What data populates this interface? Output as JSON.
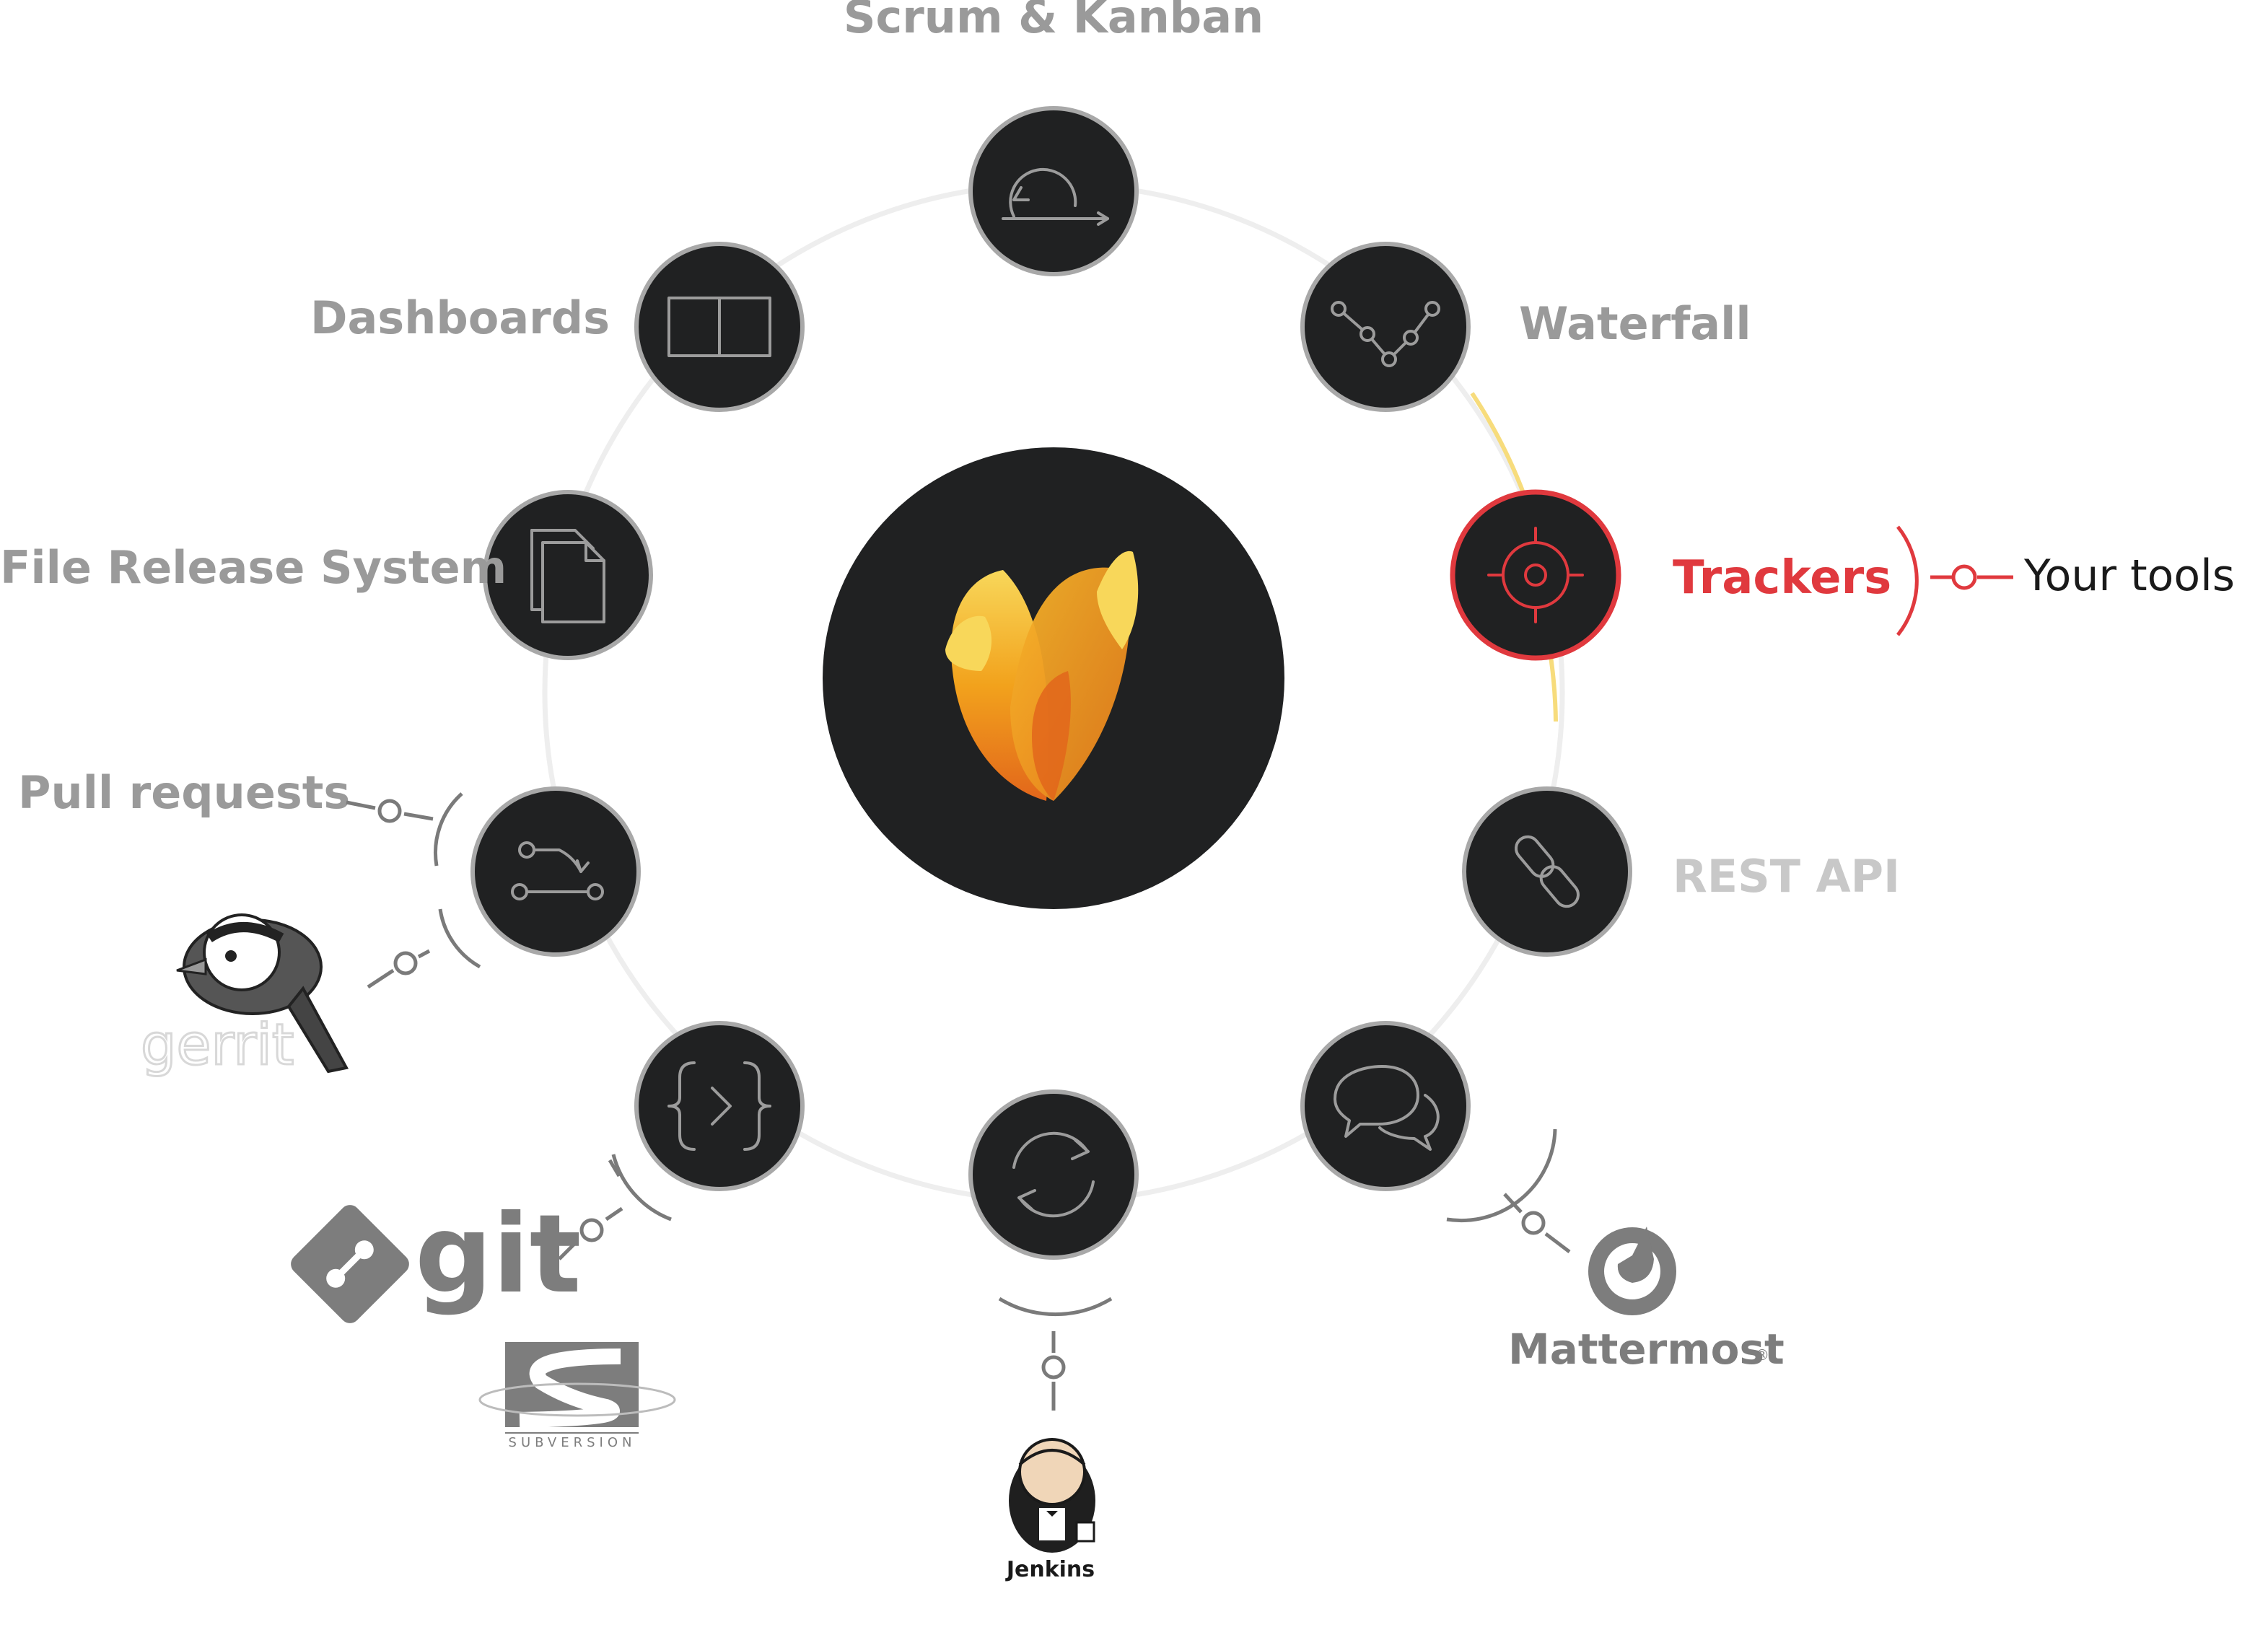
{
  "hub": {
    "logo_name": "flame-logo-icon",
    "ring_color": "#eeeeee",
    "node_fill": "#202122",
    "node_border": "#a8a8a8",
    "hub_fill": "#202122"
  },
  "features": [
    {
      "id": "scrum-kanban",
      "label": "Scrum & Kanban",
      "icon": "sprint-loop-icon"
    },
    {
      "id": "waterfall",
      "label": "Waterfall",
      "icon": "graph-line-icon"
    },
    {
      "id": "trackers",
      "label": "Trackers",
      "icon": "target-icon",
      "highlight": true
    },
    {
      "id": "rest-api",
      "label": "REST API",
      "icon": "link-icon"
    },
    {
      "id": "chat",
      "label": "",
      "icon": "chat-bubbles-icon"
    },
    {
      "id": "ci",
      "label": "",
      "icon": "refresh-cycle-icon"
    },
    {
      "id": "code",
      "label": "",
      "icon": "code-braces-icon"
    },
    {
      "id": "pull-requests",
      "label": "Pull requests",
      "icon": "branch-icon"
    },
    {
      "id": "file-release",
      "label": "File Release System",
      "icon": "documents-icon"
    },
    {
      "id": "dashboards",
      "label": "Dashboards",
      "icon": "dashboard-panels-icon"
    }
  ],
  "integrations": {
    "your_tools": "Your tools",
    "gerrit": "gerrit",
    "git": "git",
    "subversion": "SUBVERSION",
    "jenkins": "Jenkins",
    "mattermost": "Mattermost",
    "registered_mark": "®"
  },
  "colors": {
    "label_gray": "#9a9a9a",
    "label_light": "#c8c8c8",
    "accent_red": "#e0393e",
    "dark_text": "#1a1a1a",
    "flame_light": "#f8d75a",
    "flame_mid": "#f2a21c",
    "flame_dark": "#e2661b"
  }
}
